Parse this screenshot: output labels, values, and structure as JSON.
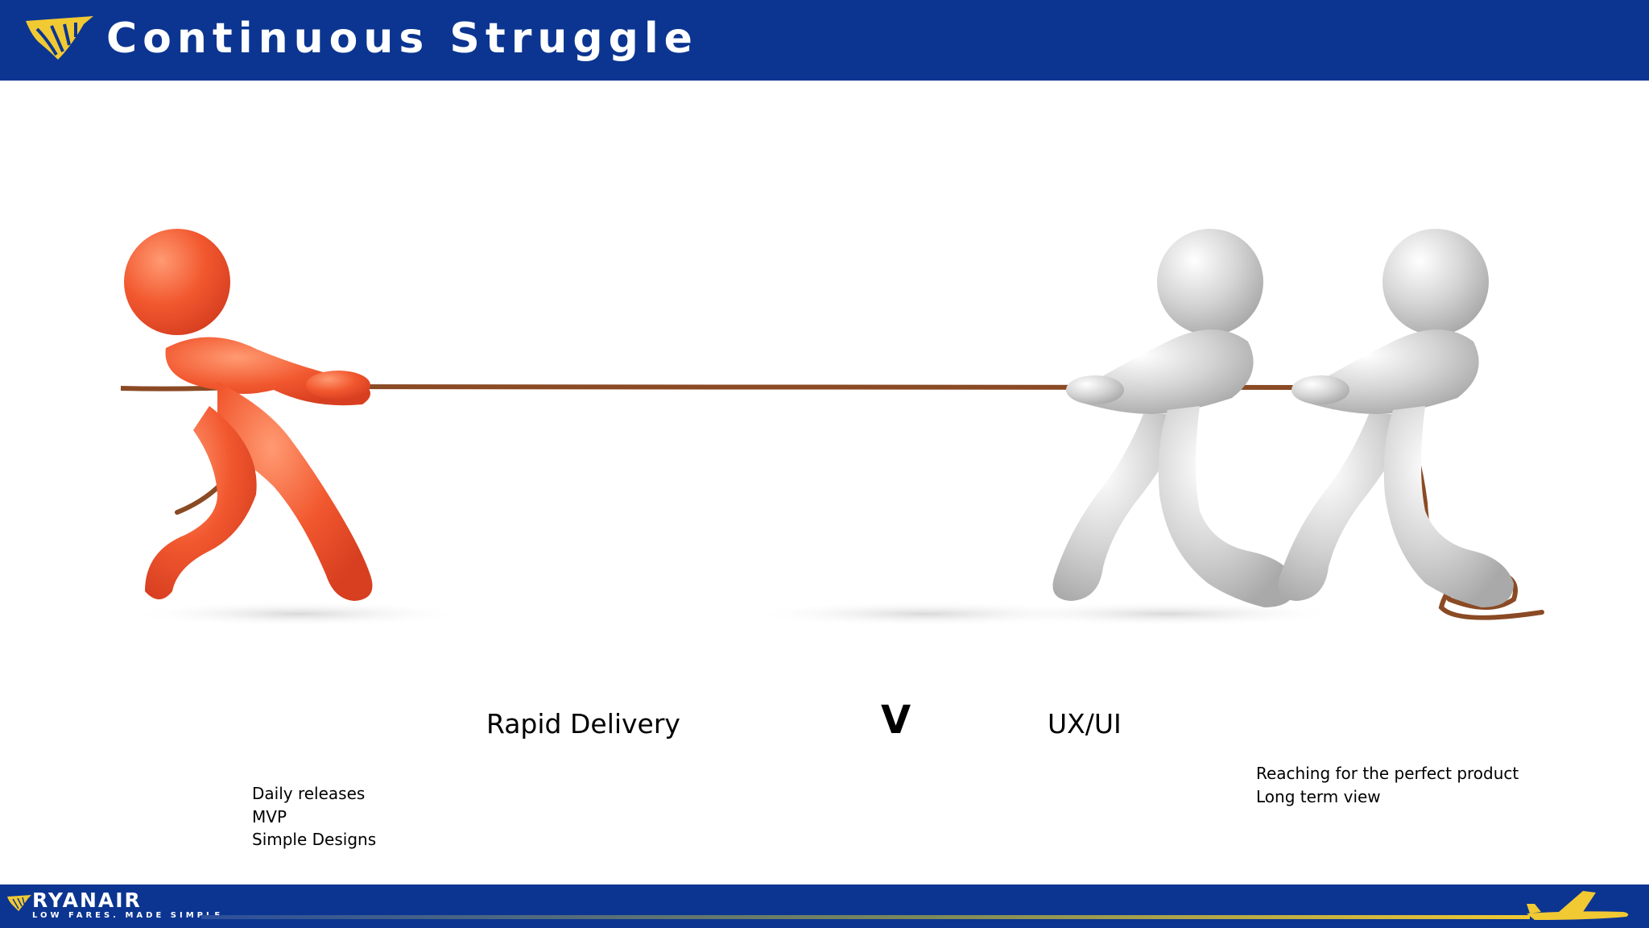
{
  "header": {
    "title": "Continuous Struggle",
    "logo_icon": "ryanair-harp-icon",
    "background_color": "#0b3591",
    "accent_color": "#f1c933"
  },
  "illustration": {
    "icon": "tug-of-war-illustration",
    "left_figure_color": "#ef5a36",
    "right_figure_color": "#cfcfcf",
    "rope_color": "#8a4a24"
  },
  "comparison": {
    "left_label": "Rapid Delivery",
    "versus": "V",
    "right_label": "UX/UI"
  },
  "left_notes": [
    "Daily releases",
    "MVP",
    "Simple Designs"
  ],
  "right_notes": [
    "Reaching for the perfect product",
    "Long term view"
  ],
  "footer": {
    "brand": "RYANAIR",
    "tagline": "LOW FARES. MADE SIMPLE.",
    "logo_icon": "ryanair-harp-icon",
    "plane_icon": "plane-icon"
  }
}
